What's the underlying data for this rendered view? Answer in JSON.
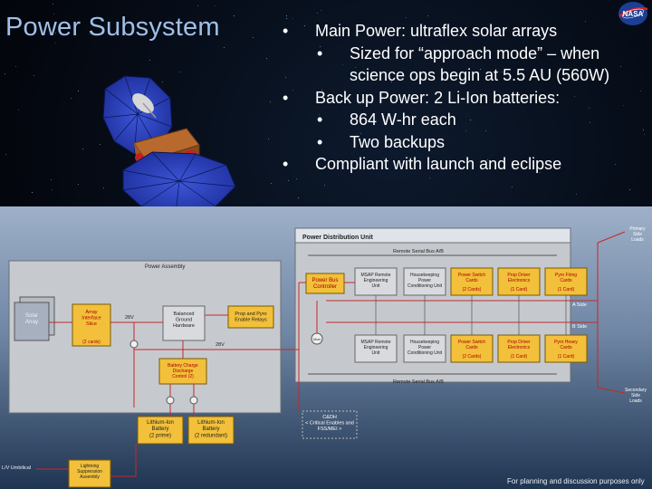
{
  "slide": {
    "title": "Power Subsystem",
    "bullets": [
      {
        "text": "Main Power: ultraflex solar arrays",
        "sub": [
          "Sized for “approach mode” – when science ops begin at 5.5 AU (560W)"
        ]
      },
      {
        "text": "Back up Power: 2 Li-Ion batteries:",
        "sub": [
          "864 W-hr each",
          "Two backups"
        ]
      },
      {
        "text": "Compliant with launch and  eclipse",
        "sub": []
      }
    ],
    "bullet_glyph": "•",
    "footer": "For planning and discussion purposes only",
    "logo_text": "NASA",
    "logo_icon": "nasa-meatball-icon"
  },
  "diagram": {
    "power_distribution_unit": "Power Distribution Unit",
    "remote_serial_bus_ab_top": "Remote Serial Bus A/B",
    "remote_serial_bus_ab_bottom": "Remote Serial Bus A/B",
    "power_assembly": "Power Assembly",
    "solar_array": "Solar\nArray",
    "array_interface_slice": "Array\nInterface\nSlice",
    "array_interface_count": "(2 cards)",
    "v28_top": "28V",
    "v28_bottom": "28V",
    "balanced_ground": "Balanced\nGround\nHardware",
    "prop_pyro_relays": "Prop and Pyro\nEnable Relays",
    "battery_charge": "Battery Charge\nDischarge\nControl (2)",
    "battery_prime": "Lithium-Ion\nBattery\n(2 prime)",
    "battery_redundant": "Lithium-Ion\nBattery\n(2 redundant)",
    "power_bus_controller": "Power Bus\nController",
    "msap_top": "MSAP Remote\nEngineering\nUnit",
    "hk_top": "Housekeeping\nPower\nConditioning Unit",
    "psc_top": "Power Switch\nCards",
    "psc_top_count": "(2 Cards)",
    "prop_drive_top": "Prop Driver\nElectronics",
    "prop_drive_top_count": "(1 Card)",
    "pyro_top": "Pyro Firing\nCards",
    "pyro_top_count": "(1 Card)",
    "msap_bottom": "MSAP Remote\nEngineering\nUnit",
    "hk_bottom": "Housekeeping\nPower\nConditioning Unit",
    "psc_bottom": "Power Switch\nCards",
    "psc_bottom_count": "(2 Cards)",
    "prop_drive_bottom": "Prop Driver\nElectronics",
    "prop_drive_bottom_count": "(1 Card)",
    "pyro_bottom": "Pyro Heavy\nCards",
    "pyro_bottom_count": "(1 Card)",
    "mon_label": "Mon",
    "a_side": "A Side",
    "b_side": "B Side",
    "primary_loads": "Primary\nSide\nLoads",
    "secondary_loads": "Secondary\nSide\nLoads",
    "c_and_dh": "C&DH\n< Critical Enables and\nFSS/MEI >",
    "lightning": "Lightning\nSuppression\nAssembly",
    "lv_umbilical": "L/V Umbilical"
  }
}
